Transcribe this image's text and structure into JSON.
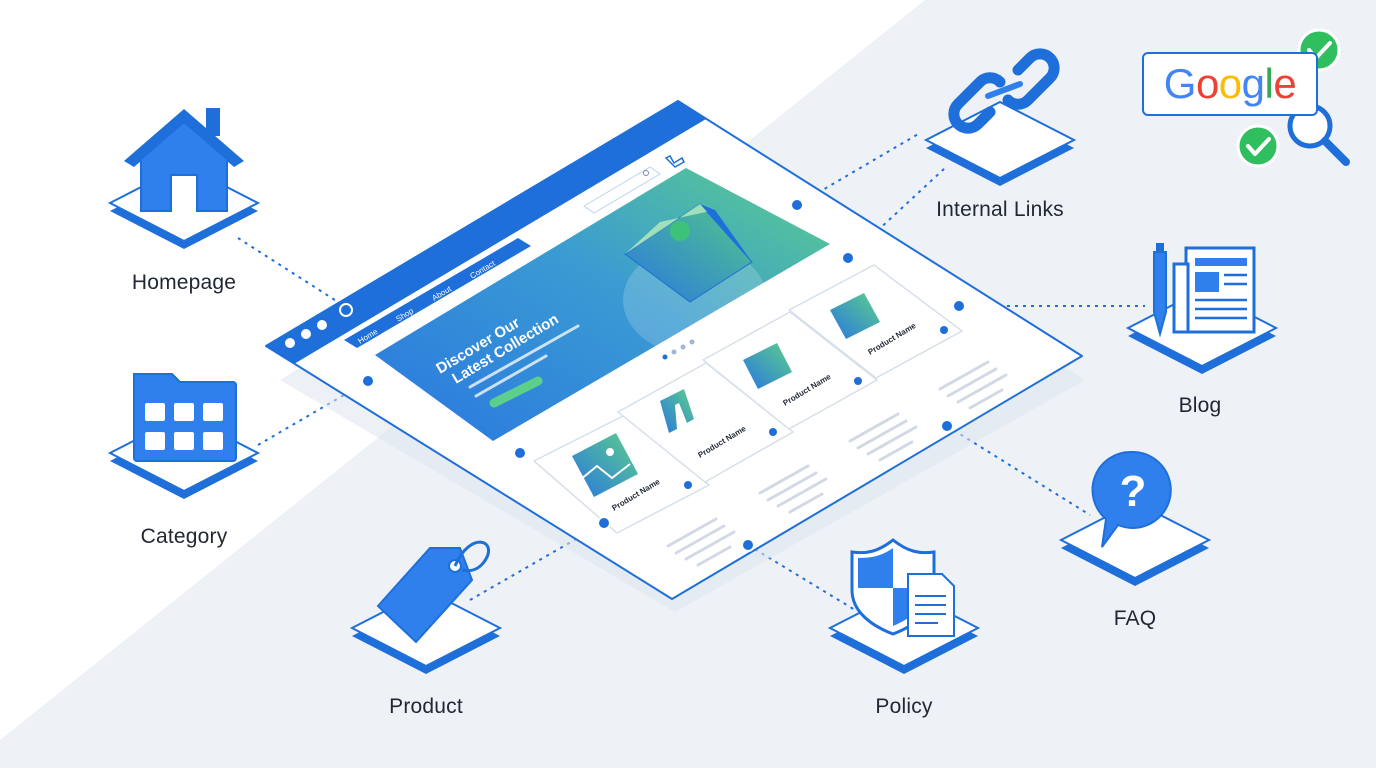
{
  "diagram": {
    "nodes": [
      {
        "id": "homepage",
        "label": "Homepage"
      },
      {
        "id": "category",
        "label": "Category"
      },
      {
        "id": "product",
        "label": "Product"
      },
      {
        "id": "policy",
        "label": "Policy"
      },
      {
        "id": "faq",
        "label": "FAQ"
      },
      {
        "id": "blog",
        "label": "Blog"
      },
      {
        "id": "internal_links",
        "label": "Internal Links"
      }
    ],
    "google_badge": {
      "letters": [
        "G",
        "o",
        "o",
        "g",
        "l",
        "e"
      ]
    }
  },
  "site_mockup": {
    "nav_items": [
      "Home",
      "Shop",
      "About",
      "Contact"
    ],
    "hero_line1": "Discover Our",
    "hero_line2": "Latest Collection",
    "product_cards": [
      "Product Name",
      "Product Name",
      "Product Name",
      "Product Name"
    ]
  },
  "colors": {
    "accent": "#1e6fd9",
    "accent_light": "#2f80ed",
    "hero_green": "#5ccf8a",
    "check_green": "#2fbf5f",
    "background_tint": "#eef1f6",
    "label_text": "#1f2733"
  }
}
